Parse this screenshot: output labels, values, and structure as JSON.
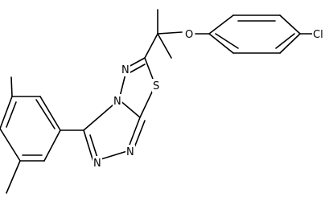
{
  "structure": {
    "atom_labels": {
      "chlorine": "Cl",
      "ether_oxygen": "O",
      "thiadiazole_sulfur": "S",
      "thiadiazole_n_upper": "N",
      "thiadiazole_n_lower": "N",
      "triazole_n_right": "N",
      "triazole_n_left": "N"
    }
  }
}
